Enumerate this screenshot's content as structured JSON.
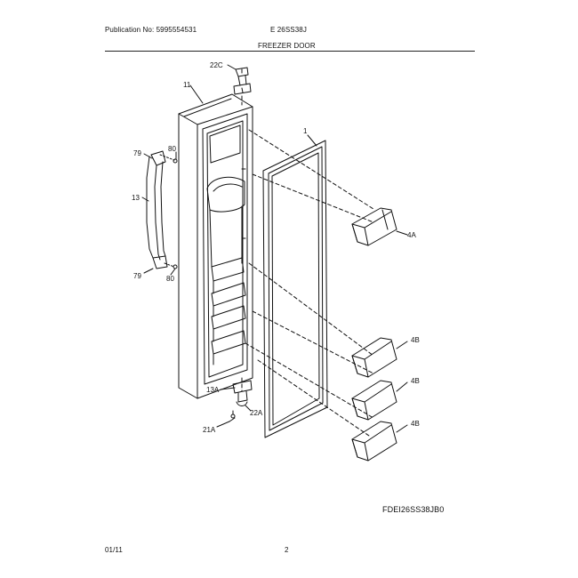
{
  "header": {
    "publication": "Publication No: 5995554531",
    "model": "E 26SS38J",
    "title": "FREEZER DOOR"
  },
  "callouts": {
    "c22c": "22C",
    "c11": "11",
    "c1": "1",
    "c79a": "79",
    "c80a": "80",
    "c13": "13",
    "c79b": "79",
    "c80b": "80",
    "c4a": "4A",
    "c4b1": "4B",
    "c4b2": "4B",
    "c4b3": "4B",
    "c13a": "13A",
    "c22a": "22A",
    "c21a": "21A"
  },
  "diagram_code": "FDEI26SS38JB0",
  "footer": {
    "date": "01/11",
    "page": "2"
  }
}
